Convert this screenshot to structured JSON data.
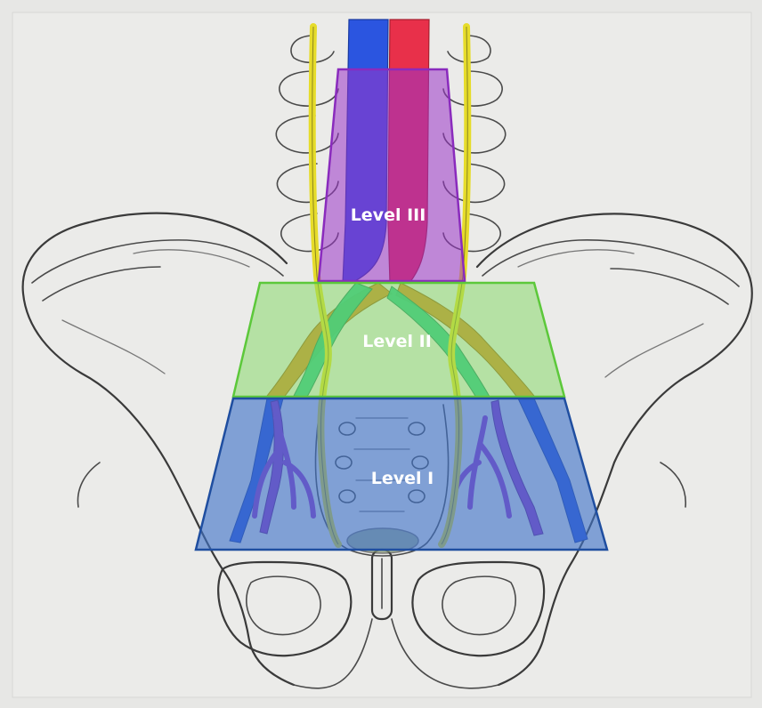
{
  "levels": [
    {
      "label": "Level III",
      "color": "#9b35c8"
    },
    {
      "label": "Level II",
      "color": "#7fd860"
    },
    {
      "label": "Level I",
      "color": "#3f73c8"
    }
  ],
  "colors": {
    "background": "#e7e7e5",
    "vena_cava": "#2b55e0",
    "aorta": "#e8304a",
    "ureter": "#e6dc2a",
    "iliac_artery": "#d98a2c",
    "iliac_vein": "#22c28f",
    "bone_outline": "#3a3a3a"
  }
}
